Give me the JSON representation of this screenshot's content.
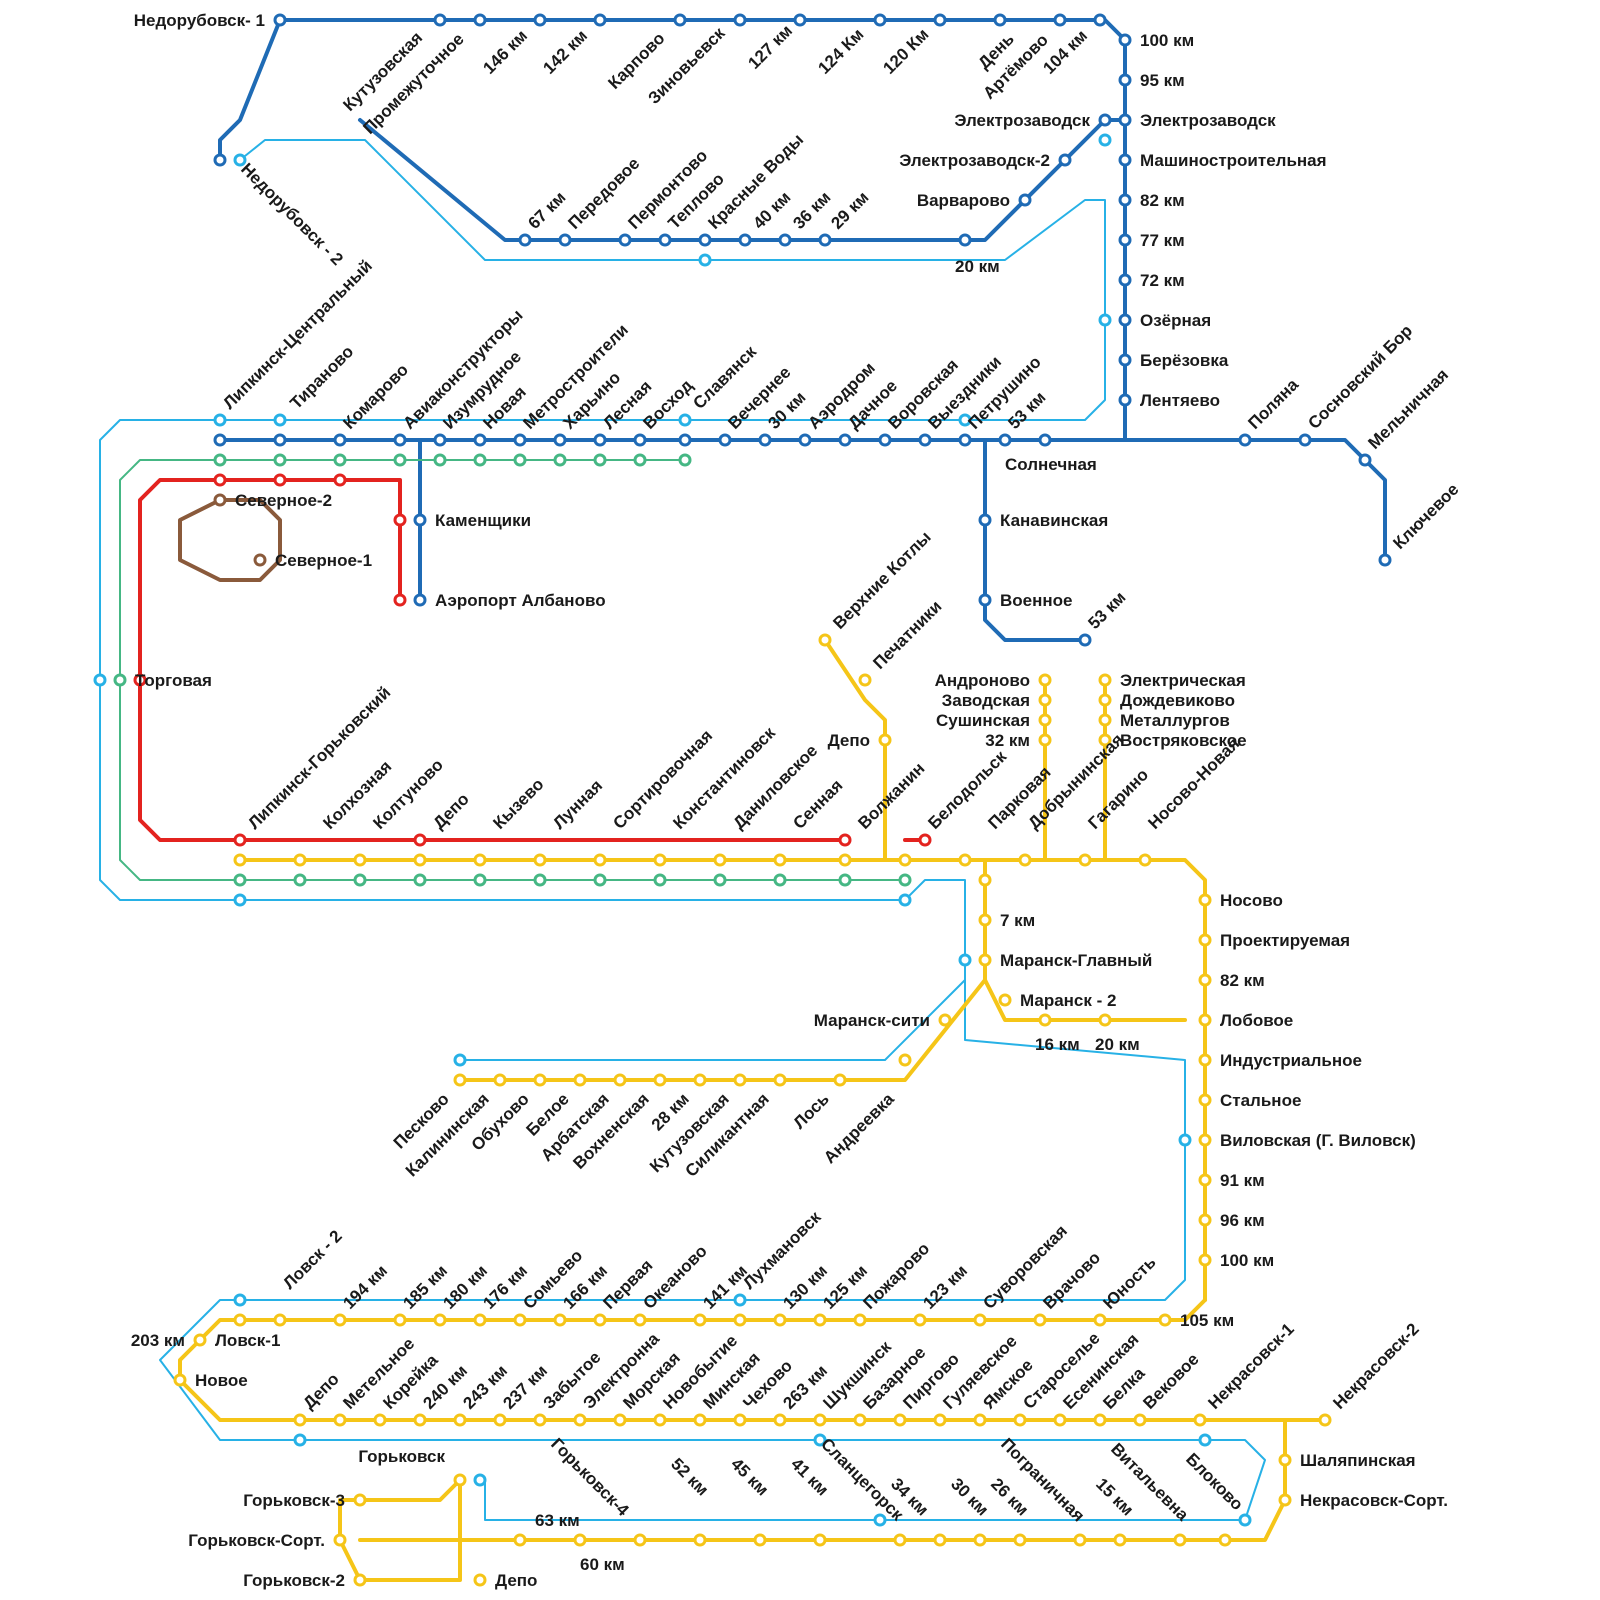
{
  "colors": {
    "dark_blue": "#1f6bb5",
    "light_blue": "#27b1e6",
    "yellow": "#f5c518",
    "red": "#e3231f",
    "green": "#45b784",
    "brown": "#8a5a3b"
  },
  "stations": [
    {
      "label": "Недорубовск- 1"
    },
    {
      "label": "Недорубовск - 2"
    },
    {
      "label": "Кутузовская"
    },
    {
      "label": "Промежуточное"
    },
    {
      "label": "146 км"
    },
    {
      "label": "142 км"
    },
    {
      "label": "Карпово"
    },
    {
      "label": "Зиновьевск"
    },
    {
      "label": "127 км"
    },
    {
      "label": "124 Км"
    },
    {
      "label": "120 Км"
    },
    {
      "label": "День"
    },
    {
      "label": "Артёмово"
    },
    {
      "label": "104 км"
    },
    {
      "label": "100 км"
    },
    {
      "label": "95 км"
    },
    {
      "label": "Электрозаводск"
    },
    {
      "label": "Электрозаводск"
    },
    {
      "label": "Электрозаводск-2"
    },
    {
      "label": "Машиностроительная"
    },
    {
      "label": "Варварово"
    },
    {
      "label": "82 км"
    },
    {
      "label": "77 км"
    },
    {
      "label": "72 км"
    },
    {
      "label": "Озёрная"
    },
    {
      "label": "Берёзовка"
    },
    {
      "label": "Лентяево"
    },
    {
      "label": "67 км"
    },
    {
      "label": "Передовое"
    },
    {
      "label": "Пермонтово"
    },
    {
      "label": "Теплово"
    },
    {
      "label": "Красные Воды"
    },
    {
      "label": "40 км"
    },
    {
      "label": "36 км"
    },
    {
      "label": "29 км"
    },
    {
      "label": "20 км"
    },
    {
      "label": "Липкинск-Центральный"
    },
    {
      "label": "Тираново"
    },
    {
      "label": "Комарово"
    },
    {
      "label": "Авиаконструкторы"
    },
    {
      "label": "Изумрудное"
    },
    {
      "label": "Новая"
    },
    {
      "label": "Метростроители"
    },
    {
      "label": "Харьино"
    },
    {
      "label": "Лесная"
    },
    {
      "label": "Восход"
    },
    {
      "label": "Славянск"
    },
    {
      "label": "Вечернее"
    },
    {
      "label": "30 км"
    },
    {
      "label": "Аэродром"
    },
    {
      "label": "Дачное"
    },
    {
      "label": "Воровская"
    },
    {
      "label": "Выездники"
    },
    {
      "label": "Петрушино"
    },
    {
      "label": "53 км"
    },
    {
      "label": "Поляна"
    },
    {
      "label": "Сосновский Бор"
    },
    {
      "label": "Мельничная"
    },
    {
      "label": "Ключевое"
    },
    {
      "label": "Солнечная"
    },
    {
      "label": "Канавинская"
    },
    {
      "label": "Военное"
    },
    {
      "label": "53 км"
    },
    {
      "label": "Северное-2"
    },
    {
      "label": "Северное-1"
    },
    {
      "label": "Каменщики"
    },
    {
      "label": "Аэропорт Албаново"
    },
    {
      "label": "Торговая"
    },
    {
      "label": "Верхние Котлы"
    },
    {
      "label": "Печатники"
    },
    {
      "label": "Депо"
    },
    {
      "label": "Андроново"
    },
    {
      "label": "Заводская"
    },
    {
      "label": "Сушинская"
    },
    {
      "label": "32 км"
    },
    {
      "label": "Электрическая"
    },
    {
      "label": "Дождевиково"
    },
    {
      "label": "Металлургов"
    },
    {
      "label": "Востряковское"
    },
    {
      "label": "Липкинск-Горьковский"
    },
    {
      "label": "Колхозная"
    },
    {
      "label": "Колтуново"
    },
    {
      "label": "Депо"
    },
    {
      "label": "Кызево"
    },
    {
      "label": "Лунная"
    },
    {
      "label": "Сортировочная"
    },
    {
      "label": "Константиновск"
    },
    {
      "label": "Даниловское"
    },
    {
      "label": "Сенная"
    },
    {
      "label": "Волжанин"
    },
    {
      "label": "Белодольск"
    },
    {
      "label": "Парковая"
    },
    {
      "label": "Добрынинская"
    },
    {
      "label": "Гагарино"
    },
    {
      "label": "Носово-Новая"
    },
    {
      "label": "Носово"
    },
    {
      "label": "Проектируемая"
    },
    {
      "label": "82 км"
    },
    {
      "label": "Лобовое"
    },
    {
      "label": "Индустриальное"
    },
    {
      "label": "Стальное"
    },
    {
      "label": "Виловская (Г. Виловск)"
    },
    {
      "label": "91 км"
    },
    {
      "label": "96 км"
    },
    {
      "label": "100 км"
    },
    {
      "label": "105 км"
    },
    {
      "label": "7 км"
    },
    {
      "label": "Маранск-Главный"
    },
    {
      "label": "Маранск - 2"
    },
    {
      "label": "Маранск-сити"
    },
    {
      "label": "16 км"
    },
    {
      "label": "20 км"
    },
    {
      "label": "Песково"
    },
    {
      "label": "Калининская"
    },
    {
      "label": "Обухово"
    },
    {
      "label": "Белое"
    },
    {
      "label": "Арбатская"
    },
    {
      "label": "Вохненская"
    },
    {
      "label": "28 км"
    },
    {
      "label": "Кутузовская"
    },
    {
      "label": "Силикантная"
    },
    {
      "label": "Лось"
    },
    {
      "label": "Андреевка"
    },
    {
      "label": "Ловск - 2"
    },
    {
      "label": "194 км"
    },
    {
      "label": "185 км"
    },
    {
      "label": "180 км"
    },
    {
      "label": "176 км"
    },
    {
      "label": "Сомьево"
    },
    {
      "label": "166 км"
    },
    {
      "label": "Первая"
    },
    {
      "label": "Океаново"
    },
    {
      "label": "141 км"
    },
    {
      "label": "Лухмановск"
    },
    {
      "label": "130 км"
    },
    {
      "label": "125 км"
    },
    {
      "label": "Пожарово"
    },
    {
      "label": "123 км"
    },
    {
      "label": "Суворовская"
    },
    {
      "label": "Врачово"
    },
    {
      "label": "Юность"
    },
    {
      "label": "203 км"
    },
    {
      "label": "Ловск-1"
    },
    {
      "label": "Новое"
    },
    {
      "label": "Депо"
    },
    {
      "label": "Метельное"
    },
    {
      "label": "Корейка"
    },
    {
      "label": "240 км"
    },
    {
      "label": "243 км"
    },
    {
      "label": "237 км"
    },
    {
      "label": "Забытое"
    },
    {
      "label": "Электронна"
    },
    {
      "label": "Морская"
    },
    {
      "label": "Новобытие"
    },
    {
      "label": "Минская"
    },
    {
      "label": "Чехово"
    },
    {
      "label": "263 км"
    },
    {
      "label": "Шукшинск"
    },
    {
      "label": "Базарное"
    },
    {
      "label": "Пиргово"
    },
    {
      "label": "Гуляевское"
    },
    {
      "label": "Ямское"
    },
    {
      "label": "Староселье"
    },
    {
      "label": "Есенинская"
    },
    {
      "label": "Белка"
    },
    {
      "label": "Вековое"
    },
    {
      "label": "Некрасовск-1"
    },
    {
      "label": "Некрасовск-2"
    },
    {
      "label": "Шаляпинская"
    },
    {
      "label": "Некрасовск-Сорт."
    },
    {
      "label": "Горьковск"
    },
    {
      "label": "Горьковск-4"
    },
    {
      "label": "Горьковск-3"
    },
    {
      "label": "Горьковск-Сорт."
    },
    {
      "label": "Горьковск-2"
    },
    {
      "label": "Депо"
    },
    {
      "label": "63 км"
    },
    {
      "label": "60 км"
    },
    {
      "label": "52 км"
    },
    {
      "label": "45 км"
    },
    {
      "label": "41 км"
    },
    {
      "label": "Сланцегорск"
    },
    {
      "label": "34 км"
    },
    {
      "label": "30 км"
    },
    {
      "label": "26 км"
    },
    {
      "label": "Пограничная"
    },
    {
      "label": "15 км"
    },
    {
      "label": "Витальевна"
    },
    {
      "label": "Блоково"
    }
  ]
}
